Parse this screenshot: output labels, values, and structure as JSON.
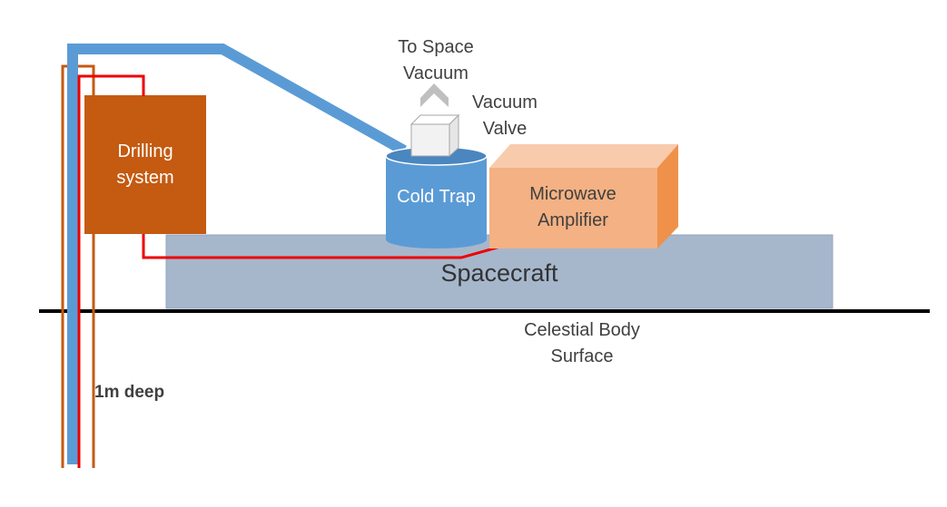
{
  "labels": {
    "to_space_vacuum": "To Space\nVacuum",
    "vacuum_valve": "Vacuum\nValve",
    "drilling_system": "Drilling\nsystem",
    "cold_trap": "Cold Trap",
    "microwave_amplifier": "Microwave\nAmplifier",
    "spacecraft": "Spacecraft",
    "surface": "Celestial Body\nSurface",
    "depth": "1m deep"
  },
  "colors": {
    "pipe_blue": "#5b9bd5",
    "wire_red": "#ee0000",
    "casing_orange": "#c55a11",
    "drill_box": "#c55a11",
    "cold_trap": "#5b9bd5",
    "cold_trap_top": "#4a86c0",
    "amplifier_front": "#f4b183",
    "amplifier_top": "#f8cbad",
    "amplifier_side": "#f0914a",
    "spacecraft": "#a6b7cc",
    "surface_line": "#000000",
    "arrow_gray": "#bfbfbf",
    "valve_face": "#f2f2f2"
  }
}
